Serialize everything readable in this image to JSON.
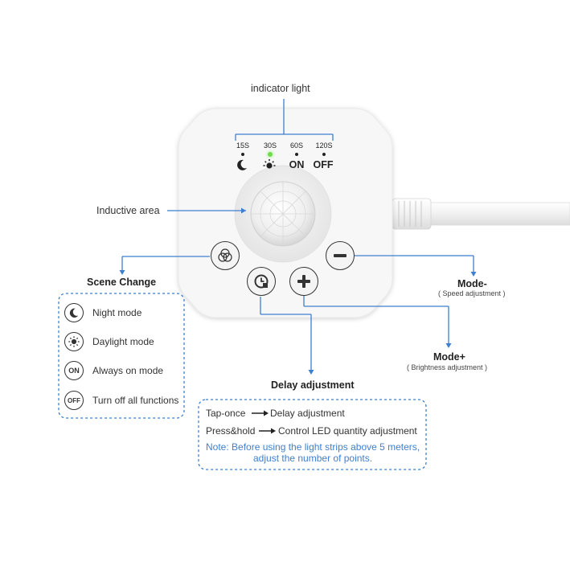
{
  "labels": {
    "indicator_light": "indicator light",
    "inductive_area": "Inductive area",
    "scene_change": "Scene Change",
    "mode_minus": "Mode-",
    "mode_minus_sub": "( Speed adjustment )",
    "mode_plus": "Mode+",
    "mode_plus_sub": "( Brightness adjustment )",
    "delay_adjustment": "Delay adjustment"
  },
  "indicators": {
    "t15": "15S",
    "t30": "30S",
    "t60": "60S",
    "t120": "120S",
    "on": "ON",
    "off": "OFF",
    "active": "30S"
  },
  "modes": [
    {
      "icon": "moon-icon",
      "label": "Night mode"
    },
    {
      "icon": "sun-icon",
      "label": "Daylight mode"
    },
    {
      "icon": "on-badge-icon",
      "badge": "ON",
      "label": "Always on mode"
    },
    {
      "icon": "off-badge-icon",
      "badge": "OFF",
      "label": "Turn off all functions"
    }
  ],
  "delay_box": {
    "tap_action": "Tap-once",
    "tap_result": "Delay adjustment",
    "hold_action": "Press&hold",
    "hold_result": "Control LED quantity adjustment",
    "note_line1": "Note: Before using the light strips above 5 meters,",
    "note_line2": "adjust the number of points."
  },
  "colors": {
    "accent_blue": "#3f7fcf",
    "indicator_green": "#6fdc4e",
    "device_white": "#f7f7f7"
  }
}
